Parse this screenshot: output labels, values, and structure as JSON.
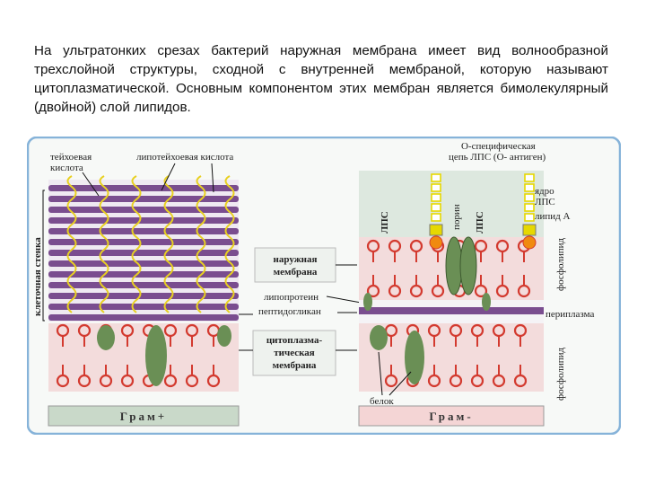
{
  "text": {
    "lines": [
      "На ультратонких срезах бактерий наружная мембрана имеет вид",
      "волнообразной трехслойной структуры, сходной с внутренней мембраной,",
      "которую называют цитоплазматической. Основным компонентом этих",
      "мембран является бимолекулярный (двойной) слой липидов."
    ]
  },
  "figure": {
    "labels": {
      "teichoic": "тейхоевая",
      "acid": "кислота",
      "lipoteichoic": "липотейхоевая кислота",
      "cell_wall": "клеточная стенка",
      "outer_membrane_1": "наружная",
      "outer_membrane_2": "мембрана",
      "lipoprotein": "липопротеин",
      "peptidoglycan": "пептидогликан",
      "cytoplasmic_1": "цитоплазма-",
      "cytoplasmic_2": "тическая",
      "cytoplasmic_3": "мембрана",
      "protein": "белок",
      "o_chain_1": "О-специфическая",
      "o_chain_2": "цепь ЛПС (О- антиген)",
      "porin": "порин",
      "lps_left": "ЛПС",
      "lps_right": "ЛПС",
      "core_1": "ядро",
      "core_2": "ЛПС",
      "lipid_a": "липид А",
      "phospholipid_top": "фосфолипид",
      "periplasm": "периплазма",
      "phospholipid_bottom": "фосфолипид",
      "gram_pos": "Грам+",
      "gram_neg": "Грам-"
    },
    "colors": {
      "frame": "#86b3d9",
      "panel": "#dde8df",
      "membrane_band": "#f3dcdc",
      "lipid_head": "#d33a2f",
      "protein": "#6a8f55",
      "peptidoglycan": "#7a4d8f",
      "teichoic": "#e8d020",
      "gram_pos_bg": "#c9d9c9",
      "gram_neg_bg": "#f4d5d5",
      "lps_core": "#e6d800",
      "lipid_a": "#f08a10"
    }
  }
}
